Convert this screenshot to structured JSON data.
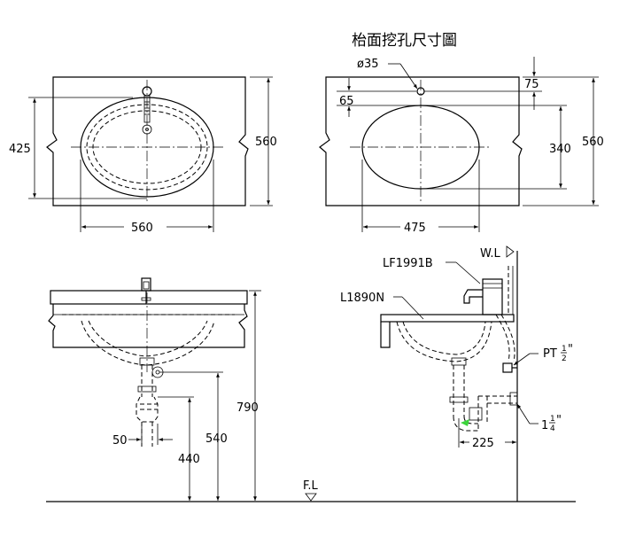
{
  "title": "枱面挖孔尺寸圖",
  "top_view": {
    "dim_width": "560",
    "dim_height": "560",
    "dim_basin_depth": "425"
  },
  "cutout_view": {
    "dim_hole_dia": "ø35",
    "dim_hole_from_back": "75",
    "dim_hole_to_cutout": "65",
    "dim_cutout_depth": "340",
    "dim_cutout_width": "475",
    "dim_height": "560"
  },
  "front_view": {
    "dim_total_height": "790",
    "dim_drain_height": "540",
    "dim_trap_height": "440",
    "dim_offset": "50"
  },
  "side_view": {
    "label_faucet": "LF1991B",
    "label_basin": "L1890N",
    "label_wall": "W.L",
    "label_pt": "PT",
    "label_pt_num": "1",
    "label_pt_den": "2",
    "label_pt_inch": "\"",
    "label_drain_whole": "1",
    "label_drain_num": "1",
    "label_drain_den": "4",
    "label_drain_inch": "\"",
    "dim_wall_offset": "225"
  },
  "floor_label": "F.L"
}
